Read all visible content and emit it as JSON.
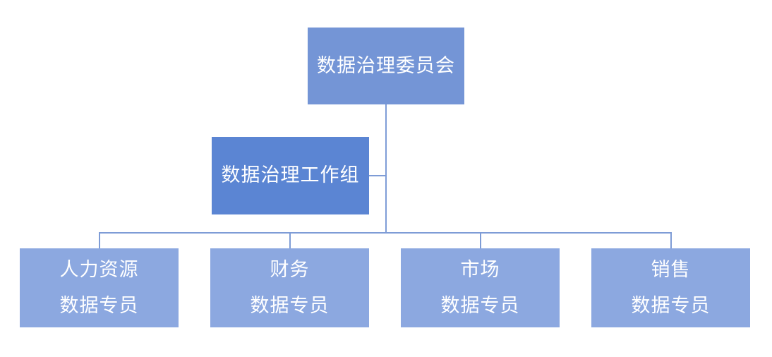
{
  "org_chart": {
    "type": "hierarchy",
    "committee": {
      "label": "数据治理委员会"
    },
    "workgroup": {
      "label": "数据治理工作组"
    },
    "specialists": [
      {
        "department": "人力资源",
        "role": "数据专员"
      },
      {
        "department": "财务",
        "role": "数据专员"
      },
      {
        "department": "市场",
        "role": "数据专员"
      },
      {
        "department": "销售",
        "role": "数据专员"
      }
    ],
    "colors": {
      "committee_fill": "#7495d6",
      "workgroup_fill": "#5b85d3",
      "specialist_fill": "#8ca8e0",
      "connector": "#7e9cd6",
      "text": "#ffffff",
      "background": "#ffffff"
    }
  }
}
